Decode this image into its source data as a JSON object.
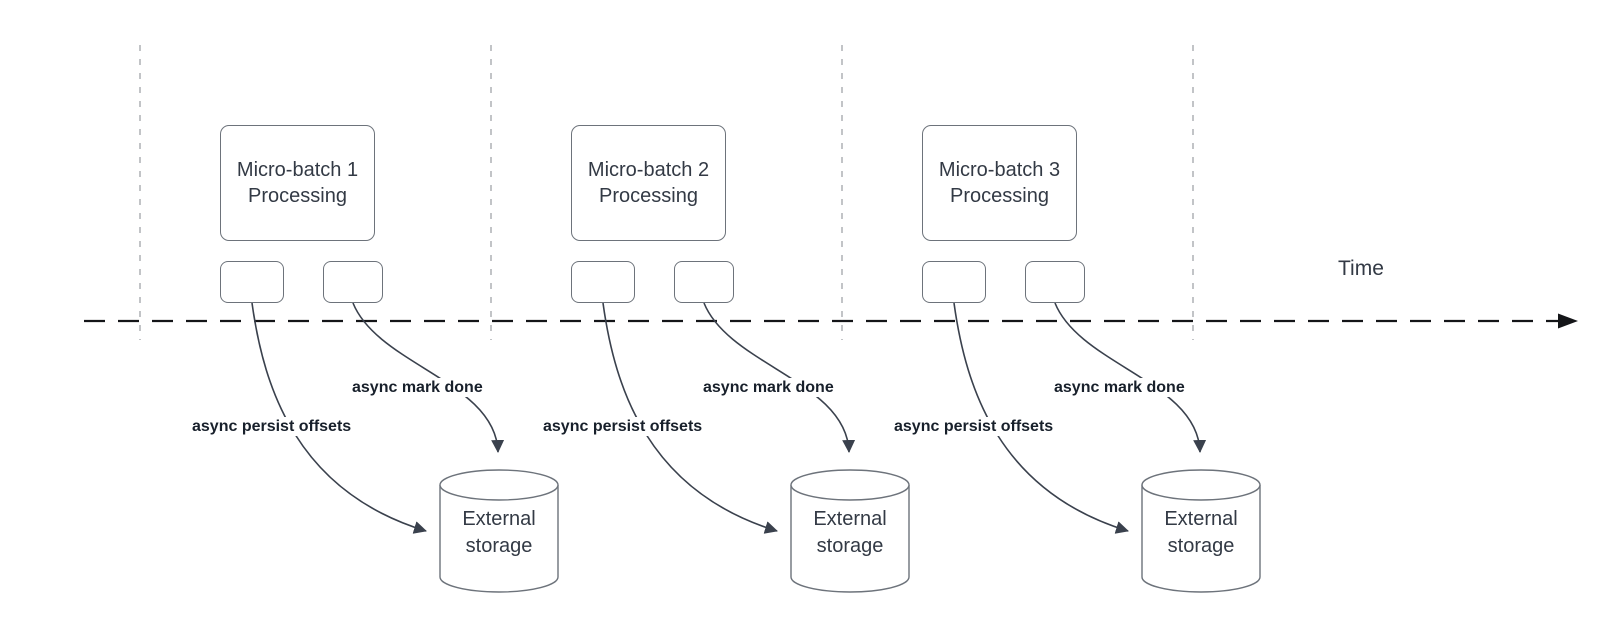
{
  "diagram": {
    "time_label": "Time",
    "segments": [
      {
        "box_line1": "Micro-batch 1",
        "box_line2": "Processing",
        "persist_arrow_label": "async persist offsets",
        "mark_done_arrow_label": "async mark done",
        "storage_line1": "External",
        "storage_line2": "storage"
      },
      {
        "box_line1": "Micro-batch 2",
        "box_line2": "Processing",
        "persist_arrow_label": "async persist offsets",
        "mark_done_arrow_label": "async mark done",
        "storage_line1": "External",
        "storage_line2": "storage"
      },
      {
        "box_line1": "Micro-batch 3",
        "box_line2": "Processing",
        "persist_arrow_label": "async persist offsets",
        "mark_done_arrow_label": "async mark done",
        "storage_line1": "External",
        "storage_line2": "storage"
      }
    ],
    "colors": {
      "box_border": "#6d737b",
      "box_text": "#333a45",
      "arrow": "#3a414d",
      "label_text": "#18202b",
      "timeline": "#141518",
      "guide": "#b3b6b9",
      "canvas_bg": "#ffffff"
    }
  }
}
